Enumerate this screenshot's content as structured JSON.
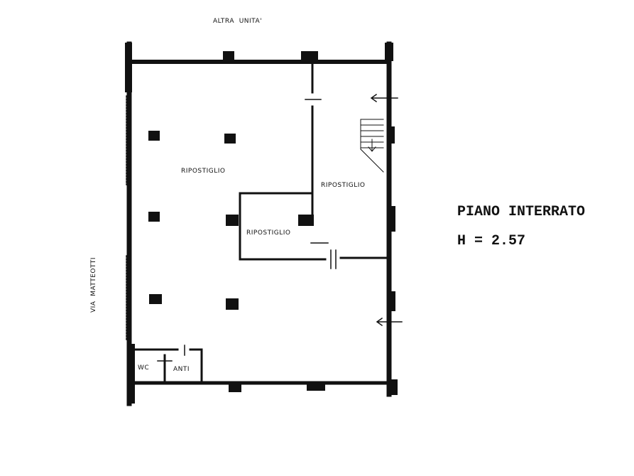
{
  "labels": {
    "top_neighbor": "ALTRA  UNITA'",
    "street": "VIA  MATTEOTTI",
    "room_main": "RIPOSTIGLIO",
    "room_right": "RIPOSTIGLIO",
    "room_center": "RIPOSTIGLIO",
    "wc": "WC",
    "anti": "ANTI"
  },
  "legend": {
    "floor_name": "PIANO INTERRATO",
    "height": "H = 2.57"
  },
  "colors": {
    "ink": "#111111",
    "paper": "#ffffff"
  }
}
